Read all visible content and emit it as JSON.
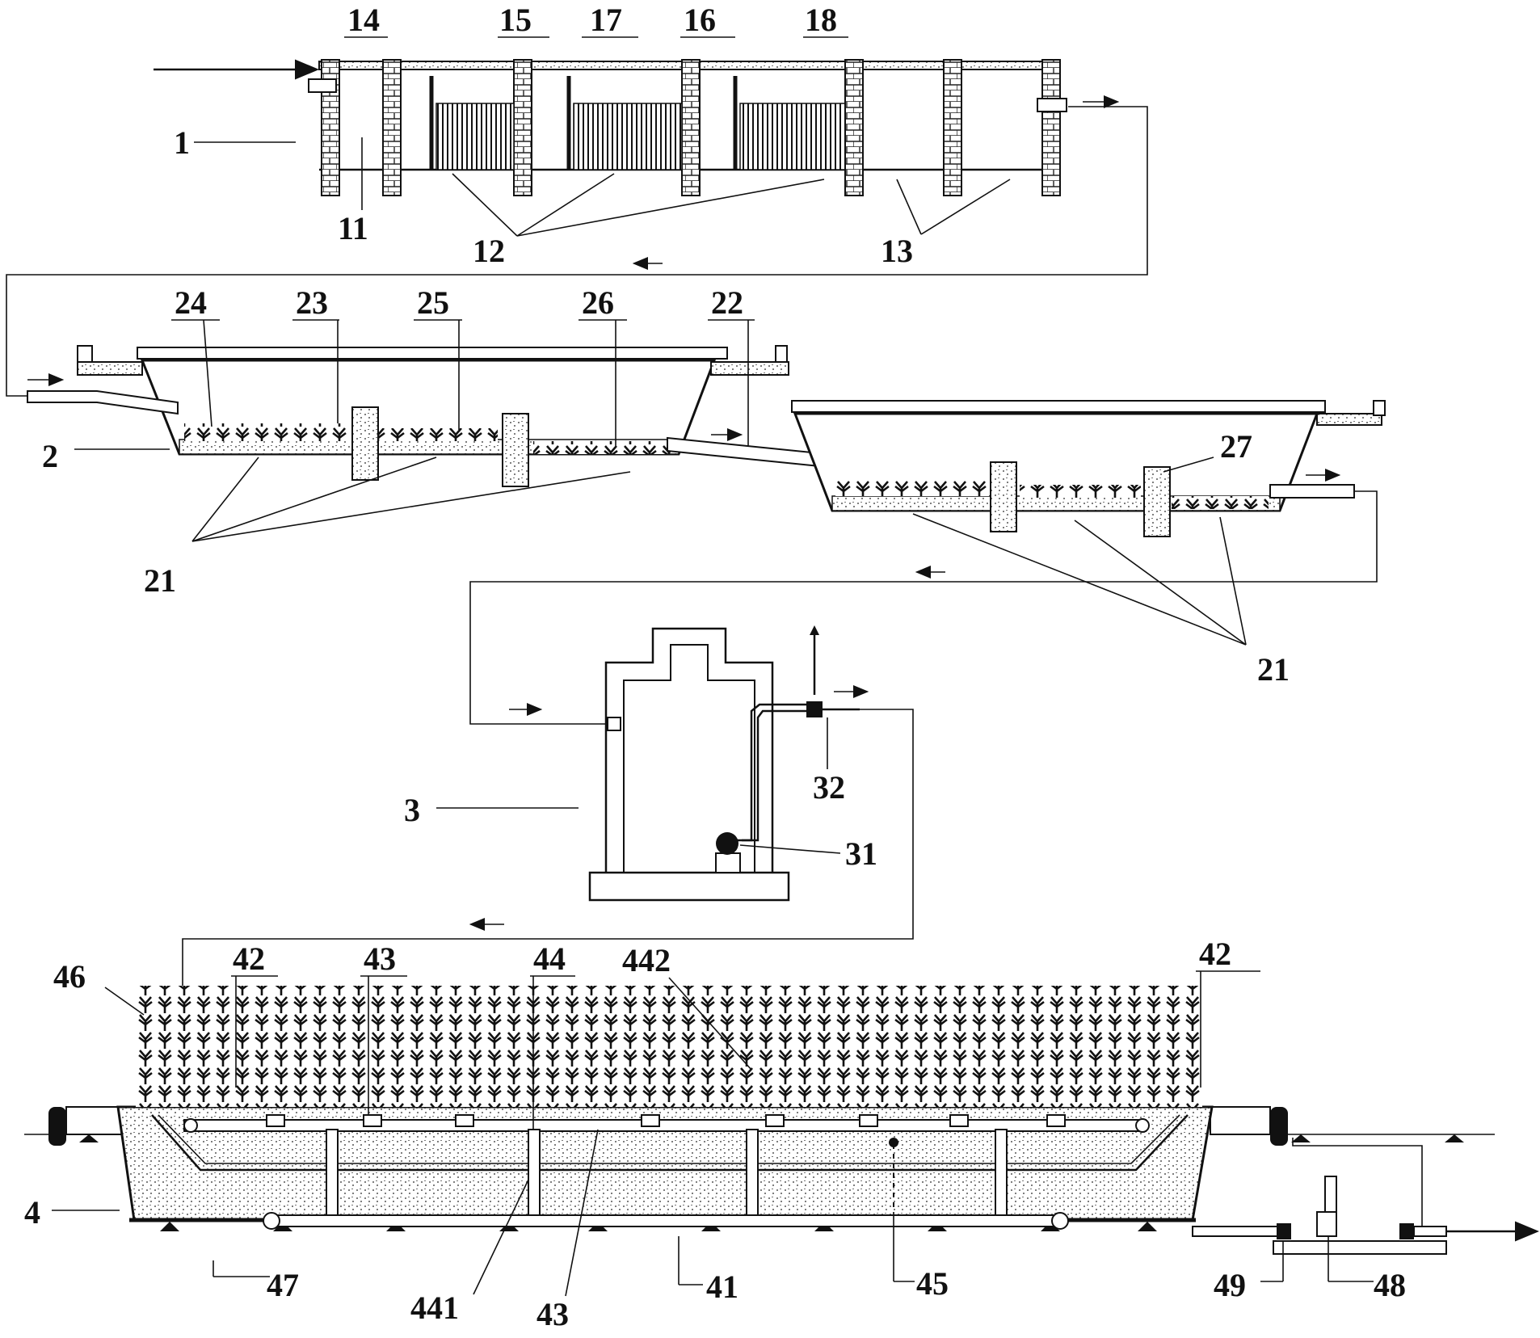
{
  "labels": {
    "l1": "1",
    "l11": "11",
    "l12": "12",
    "l13": "13",
    "l14": "14",
    "l15": "15",
    "l16": "16",
    "l17": "17",
    "l18": "18",
    "l2": "2",
    "l21a": "21",
    "l21b": "21",
    "l22": "22",
    "l23": "23",
    "l24": "24",
    "l25": "25",
    "l26": "26",
    "l27": "27",
    "l3": "3",
    "l31": "31",
    "l32": "32",
    "l4": "4",
    "l41": "41",
    "l42a": "42",
    "l42b": "42",
    "l43a": "43",
    "l43b": "43",
    "l44": "44",
    "l441": "441",
    "l442": "442",
    "l45": "45",
    "l46": "46",
    "l47": "47",
    "l48": "48",
    "l49": "49"
  }
}
